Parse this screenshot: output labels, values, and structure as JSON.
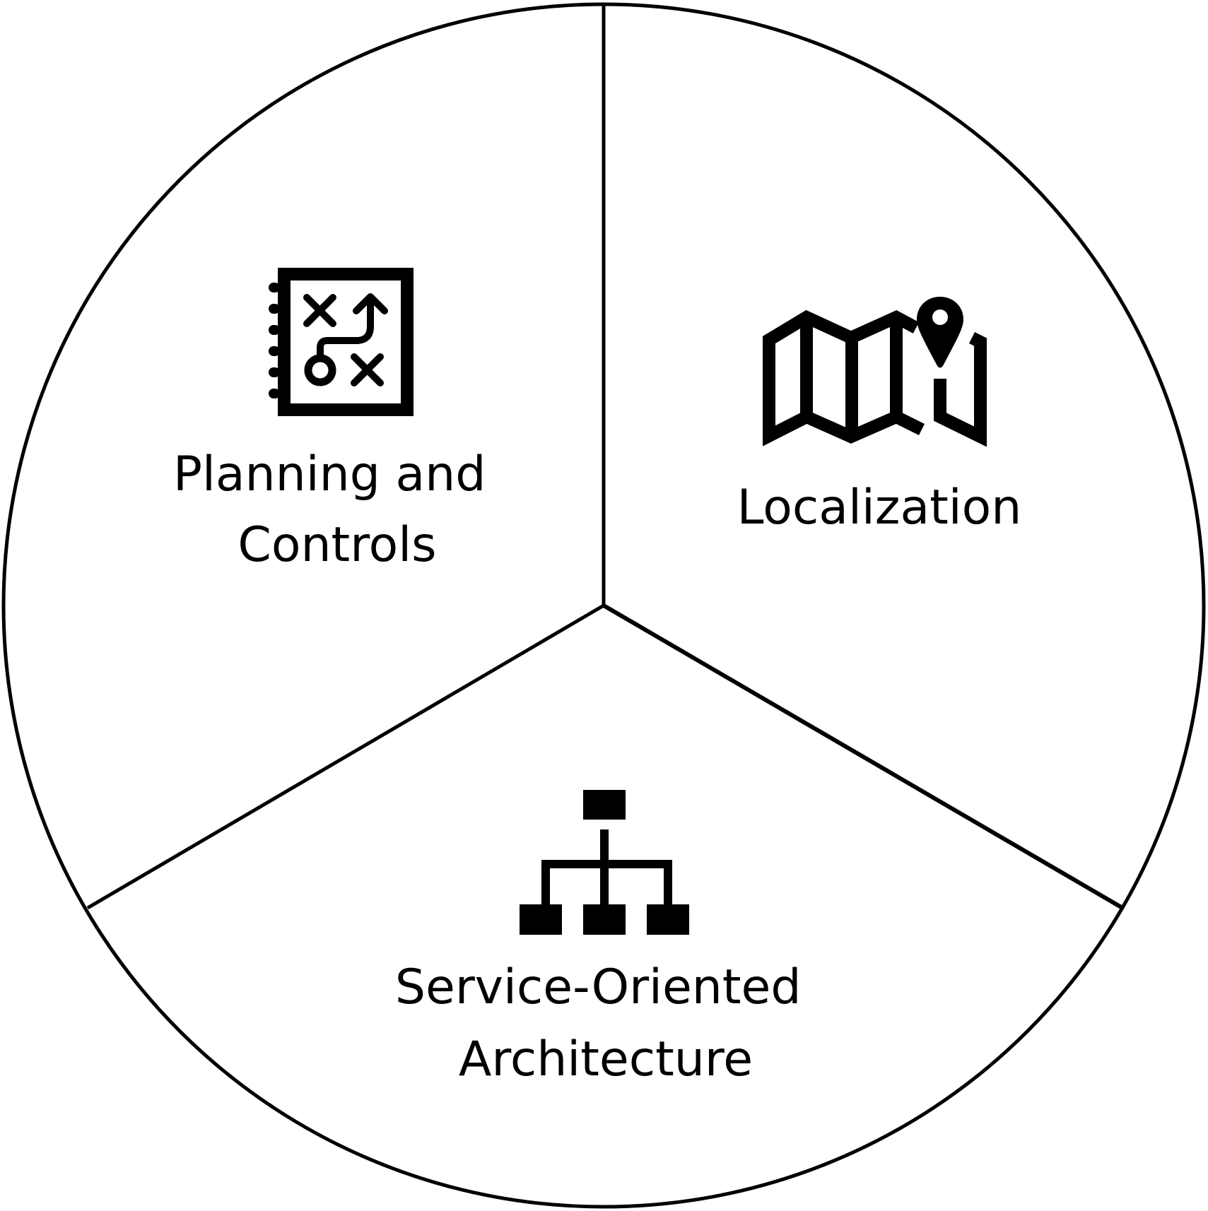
{
  "diagram": {
    "segments": [
      {
        "id": "planning-and-controls",
        "icon": "strategy-playbook-icon",
        "label_lines": [
          "Planning and",
          "Controls"
        ]
      },
      {
        "id": "localization",
        "icon": "map-pin-icon",
        "label_lines": [
          "Localization"
        ]
      },
      {
        "id": "service-oriented-architecture",
        "icon": "hierarchy-icon",
        "label_lines": [
          "Service-Oriented",
          "Architecture"
        ]
      }
    ],
    "colors": {
      "stroke": "#000000",
      "background": "#ffffff"
    }
  }
}
